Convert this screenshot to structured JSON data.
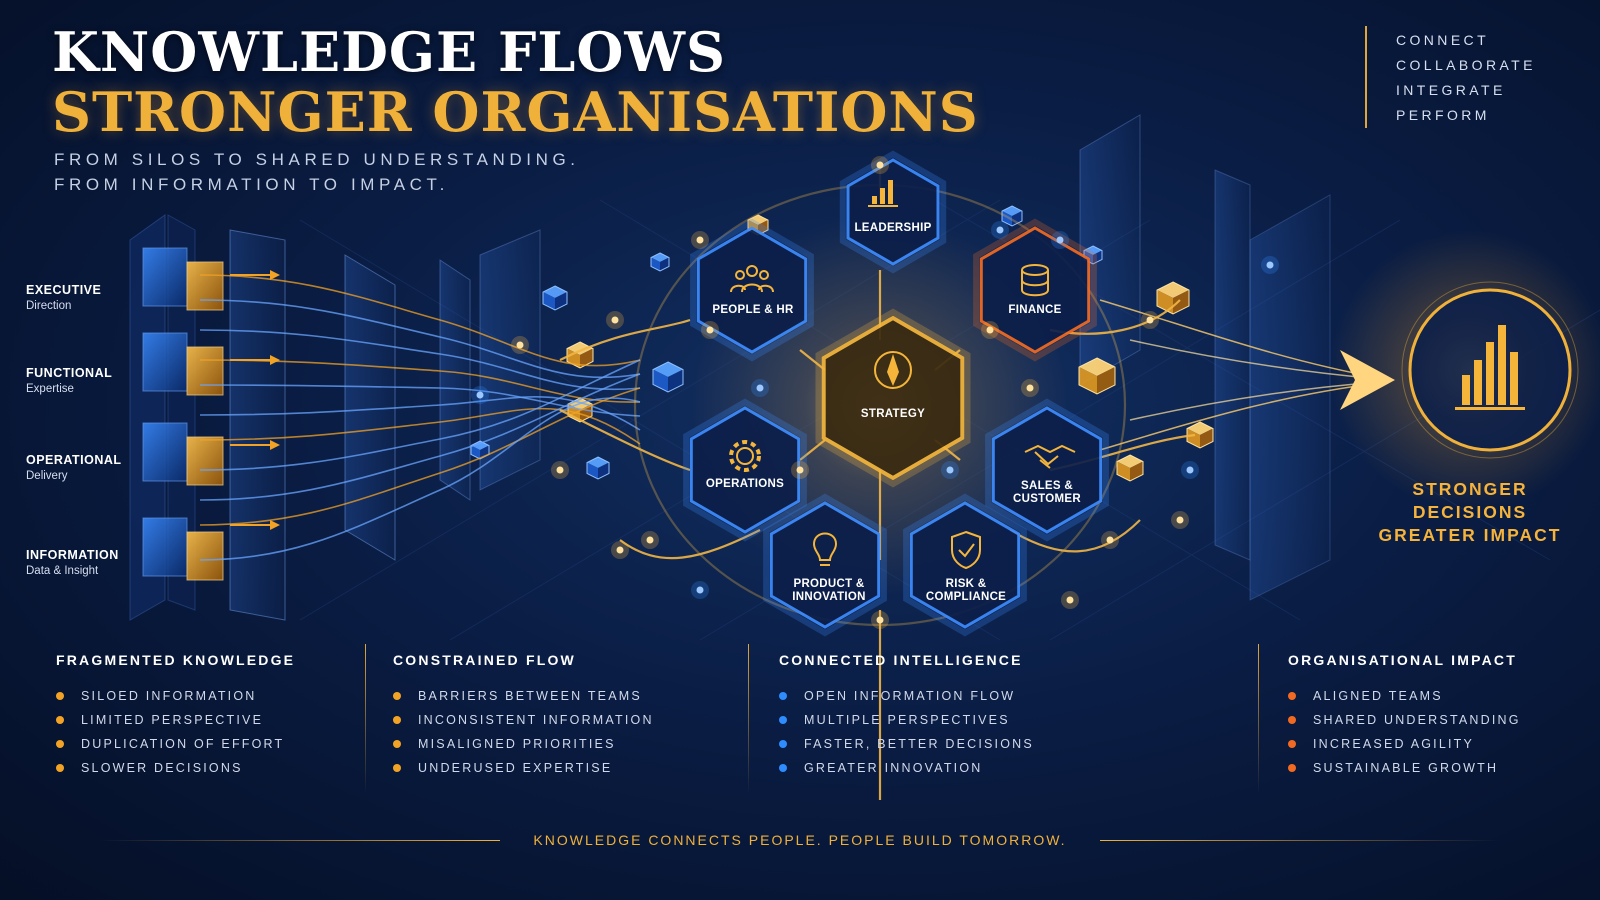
{
  "header": {
    "title_line1": "KNOWLEDGE FLOWS",
    "title_line2": "STRONGER ORGANISATIONS",
    "subtitle_line1": "FROM SILOS TO SHARED UNDERSTANDING.",
    "subtitle_line2": "FROM INFORMATION TO IMPACT."
  },
  "taglines": [
    "CONNECT",
    "COLLABORATE",
    "INTEGRATE",
    "PERFORM"
  ],
  "layers": [
    {
      "title": "EXECUTIVE",
      "subtitle": "Direction"
    },
    {
      "title": "FUNCTIONAL",
      "subtitle": "Expertise"
    },
    {
      "title": "OPERATIONAL",
      "subtitle": "Delivery"
    },
    {
      "title": "INFORMATION",
      "subtitle": "Data & Insight"
    }
  ],
  "hub": {
    "center": "STRATEGY",
    "nodes": [
      "LEADERSHIP",
      "PEOPLE & HR",
      "FINANCE",
      "OPERATIONS",
      "SALES & CUSTOMER",
      "PRODUCT & INNOVATION",
      "RISK & COMPLIANCE"
    ]
  },
  "impact": {
    "line1": "STRONGER",
    "line2": "DECISIONS",
    "line3": "GREATER IMPACT"
  },
  "columns": [
    {
      "heading": "FRAGMENTED KNOWLEDGE",
      "items": [
        "SILOED INFORMATION",
        "LIMITED PERSPECTIVE",
        "DUPLICATION OF EFFORT",
        "SLOWER DECISIONS"
      ],
      "dot_color": "#f2a325"
    },
    {
      "heading": "CONSTRAINED FLOW",
      "items": [
        "BARRIERS BETWEEN TEAMS",
        "INCONSISTENT INFORMATION",
        "MISALIGNED PRIORITIES",
        "UNDERUSED EXPERTISE"
      ],
      "dot_color": "#f2a325"
    },
    {
      "heading": "CONNECTED INTELLIGENCE",
      "items": [
        "OPEN INFORMATION FLOW",
        "MULTIPLE PERSPECTIVES",
        "FASTER, BETTER DECISIONS",
        "GREATER INNOVATION"
      ],
      "dot_color": "#2f8cff"
    },
    {
      "heading": "ORGANISATIONAL IMPACT",
      "items": [
        "ALIGNED TEAMS",
        "SHARED UNDERSTANDING",
        "INCREASED AGILITY",
        "SUSTAINABLE GROWTH"
      ],
      "dot_color": "#f26a21"
    }
  ],
  "footer": "KNOWLEDGE CONNECTS PEOPLE. PEOPLE BUILD TOMORROW.",
  "colors": {
    "gold": "#f0b13a",
    "blue": "#2f8cff",
    "orange": "#f26a21",
    "background": "#07142f"
  },
  "icons": [
    "bar-chart-icon",
    "people-icon",
    "database-icon",
    "compass-icon",
    "gear-icon",
    "handshake-icon",
    "lightbulb-icon",
    "shield-check-icon",
    "growth-chart-icon"
  ]
}
